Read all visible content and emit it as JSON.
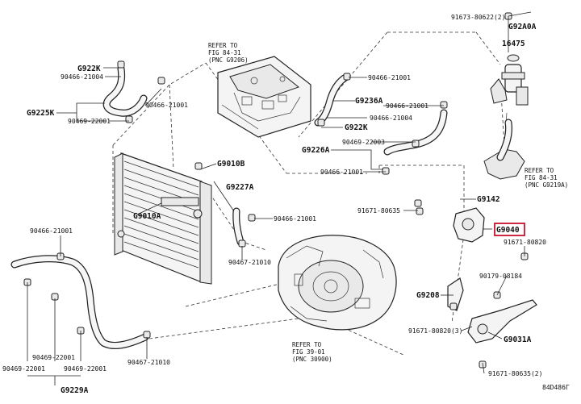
{
  "labels": {
    "p91673_80622": "91673-80622(2)",
    "g92a0a": "G92A0A",
    "p16475": "16475",
    "g922k_top": "G922K",
    "p90466_21004": "90466-21004",
    "g9225k": "G9225K",
    "p90469_22001_a": "90469-22001",
    "p90466_21001_a": "90466-21001",
    "p90466_21001_b": "90466-21001",
    "g9236a": "G9236A",
    "p90466_21001_c": "90466-21001",
    "p90466_21004_b": "90466-21004",
    "g922k_mid": "G922K",
    "g9226a": "G9226A",
    "p90469_22003": "90469-22003",
    "p90466_21001_d": "90466-21001",
    "g9010b": "G9010B",
    "g9227a": "G9227A",
    "g9010a": "G9010A",
    "p90466_21001_e": "90466-21001",
    "p90466_21001_f": "90466-21001",
    "p90467_21010_a": "90467-21010",
    "g9142": "G9142",
    "p91671_80635_a": "91671-80635",
    "g9040": "G9040",
    "p91671_80820_a": "91671-80820",
    "p90179_08184": "90179-08184",
    "g9208": "G9208",
    "p91671_80820_b": "91671-80820(3)",
    "g9031a": "G9031A",
    "p91671_80635_b": "91671-80635(2)",
    "p90469_22001_b": "90469-22001",
    "p90469_22001_c": "90469-22001",
    "p90469_22001_d": "90469-22001",
    "p90467_21010_b": "90467-21010",
    "g9229a": "G9229A",
    "diagram_id": "84D486Г"
  },
  "refs": {
    "ref_g9206": [
      "REFER TO",
      "FIG 84-31",
      "(PNC G9206)"
    ],
    "ref_g9219a": [
      "REFER TO",
      "FIG 84-31",
      "(PNC G9219A)"
    ],
    "ref_30900": [
      "REFER TO",
      "FIG 39-01",
      "(PNC 30900)"
    ]
  },
  "highlight": {
    "code": "G9040",
    "color": "#c8102e"
  },
  "icons": [
    "radiator",
    "inverter",
    "transaxle",
    "reservoir-tank",
    "water-pump",
    "hose",
    "clamp",
    "bolt"
  ]
}
